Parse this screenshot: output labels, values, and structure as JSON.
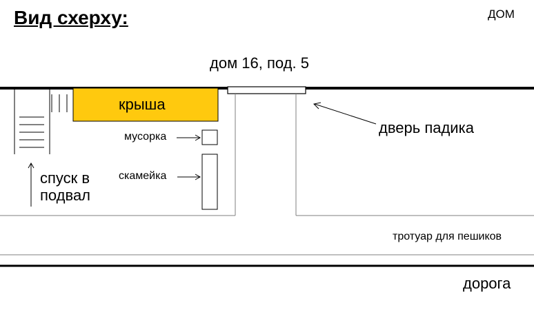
{
  "title": "Вид схерху:",
  "house_label": "ДОМ",
  "address": "дом 16, под. 5",
  "labels": {
    "roof": "крыша",
    "trash": "мусорка",
    "bench": "скамейка",
    "basement": "спуск в подвал",
    "door": "дверь падика",
    "sidewalk": "тротуар для пешиков",
    "road": "дорога"
  },
  "colors": {
    "roof_fill": "#ffc90e",
    "line": "#000000",
    "thin_line": "#7f7f7f",
    "background": "#ffffff"
  }
}
